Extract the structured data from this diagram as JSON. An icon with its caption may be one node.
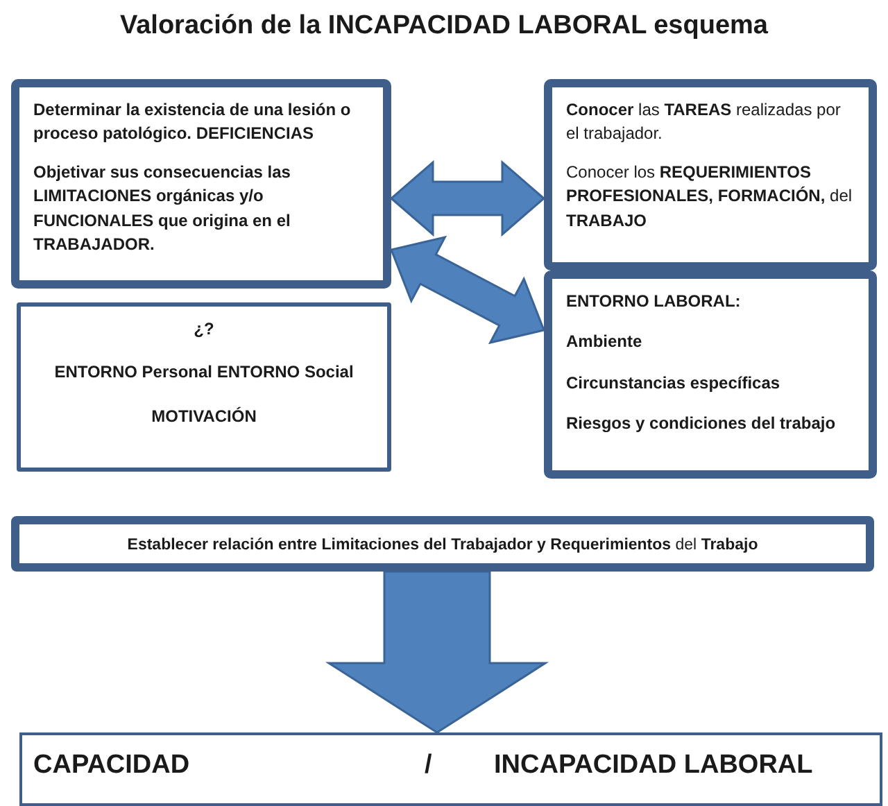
{
  "diagram": {
    "title": "Valoración de la INCAPACIDAD LABORAL esquema",
    "nodes": [
      {
        "text": [
          "Determinar la existencia de una lesión o proceso patológico. DEFICIENCIAS",
          "Objetivar sus consecuencias las LIMITACIONES orgánicas y/o FUNCIONALES que origina en el TRABAJADOR."
        ]
      },
      {
        "text": [
          "¿?",
          "ENTORNO Personal ENTORNO Social",
          "MOTIVACIÓN"
        ]
      },
      {
        "text": [
          "**Conocer** las **TAREAS** realizadas por el trabajador.",
          "Conocer los **REQUERIMIENTOS PROFESIONALES, FORMACIÓN,** del **TRABAJO**"
        ]
      },
      {
        "text": [
          "ENTORNO LABORAL:",
          "Ambiente",
          "Circunstancias específicas",
          "Riesgos y condiciones del trabajo"
        ]
      },
      {
        "text": [
          "**Establecer relación entre Limitaciones del Trabajador y Requerimientos** del **Trabajo**"
        ]
      },
      {
        "text": [
          "CAPACIDAD",
          "/",
          "INCAPACIDAD LABORAL"
        ]
      }
    ],
    "edges": [
      {
        "from": 0,
        "to": 2,
        "arrow": "both"
      },
      {
        "from": 0,
        "to": 3,
        "arrow": "both"
      },
      {
        "from": 4,
        "to": 5,
        "arrow": "to"
      }
    ]
  }
}
